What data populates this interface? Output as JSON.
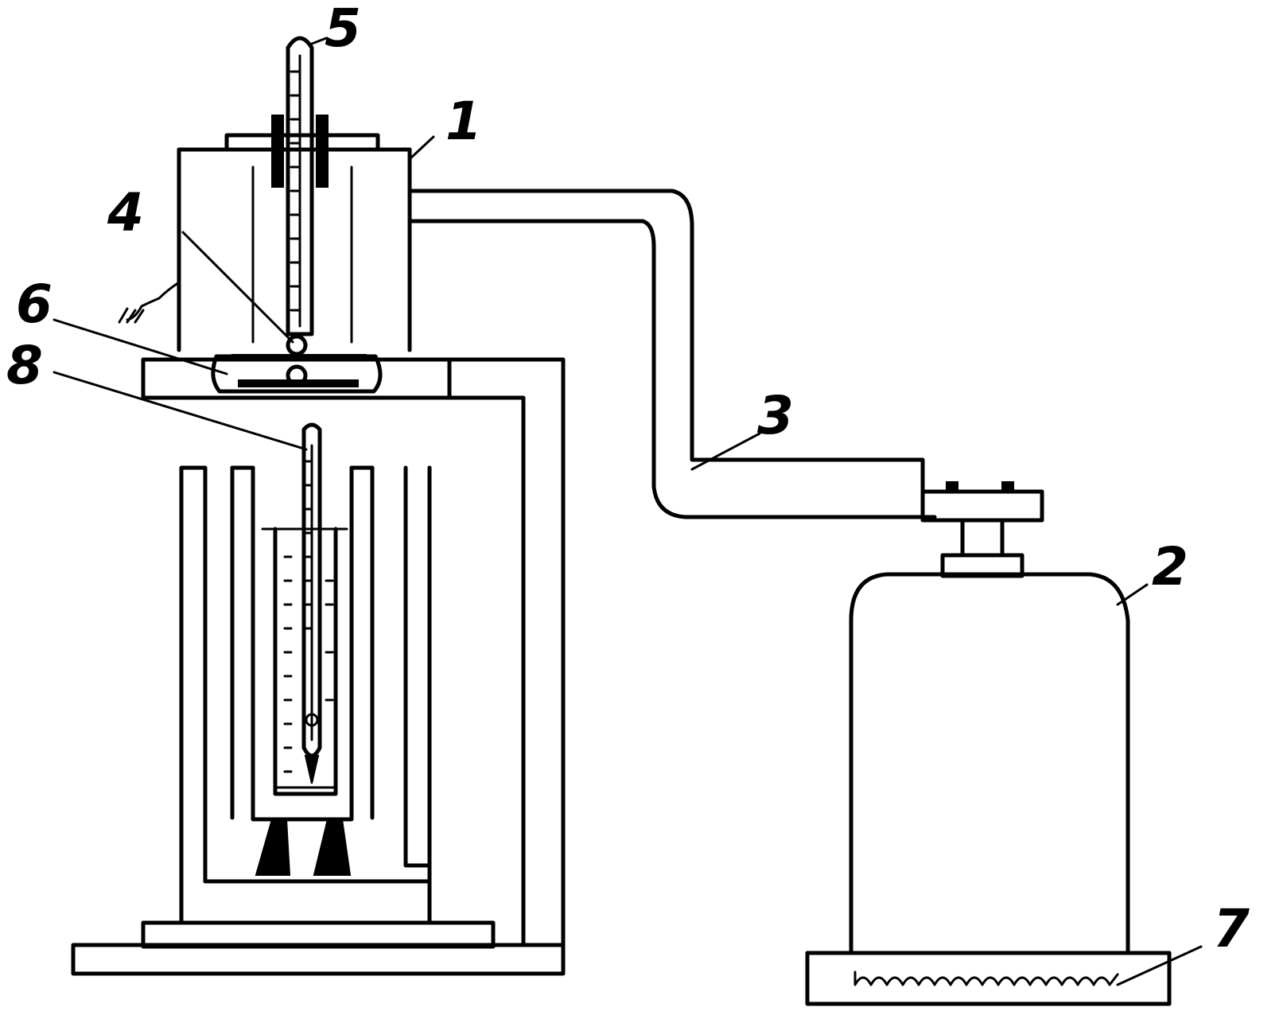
{
  "diagram": {
    "labels": {
      "vessel": "1",
      "cylinder": "2",
      "hose": "3",
      "valve": "4",
      "top_thermometer": "5",
      "clamp": "6",
      "heater": "7",
      "tube_thermometer": "8"
    },
    "colors": {
      "ink": "#000000",
      "background": "#ffffff"
    }
  }
}
